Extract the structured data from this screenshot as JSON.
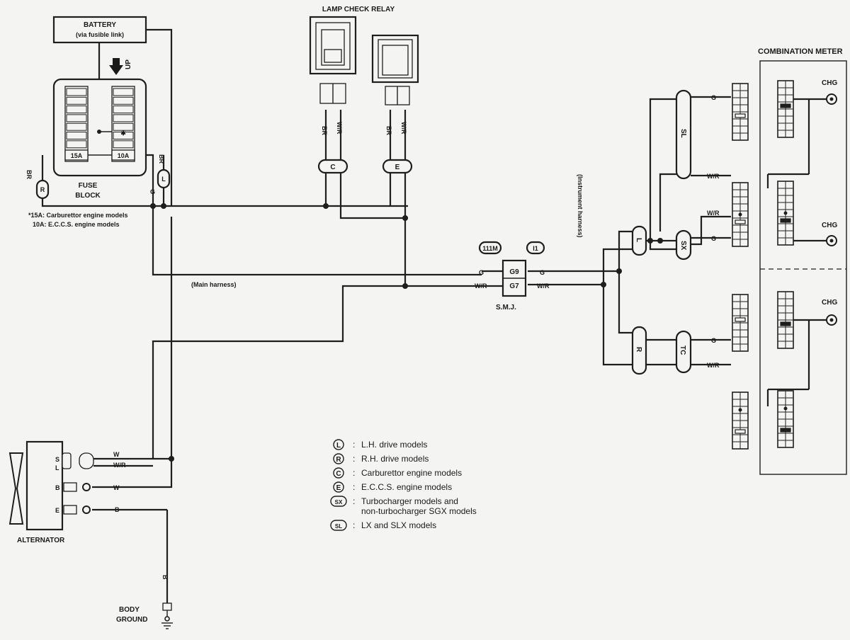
{
  "title_lamp_relay": "LAMP CHECK RELAY",
  "title_meter": "COMBINATION METER",
  "battery": {
    "title": "BATTERY",
    "sub": "(via fusible link)"
  },
  "up_label": "UP",
  "fuse_block": {
    "line1": "FUSE",
    "line2": "BLOCK",
    "fuse_left": "15A",
    "fuse_right": "10A",
    "star": "✱"
  },
  "fuse_notes": [
    "*15A:  Carburettor engine models",
    "10A:  E.C.C.S. engine models"
  ],
  "harness": {
    "main": "(Main harness)",
    "instrument": "(Instrument harness)"
  },
  "smj": {
    "label": "S.M.J.",
    "pin_g": "G9",
    "pin_wr": "G7",
    "conn_left": "111M",
    "conn_right": "I1"
  },
  "alternator": {
    "label": "ALTERNATOR",
    "term_s": "S",
    "term_l": "L",
    "term_b": "B",
    "term_e": "E"
  },
  "body_ground": {
    "line1": "BODY",
    "line2": "GROUND"
  },
  "wire_colors": {
    "br": "BR",
    "wr": "W/R",
    "g": "G",
    "w": "W",
    "b": "B"
  },
  "capsules": {
    "c": "C",
    "e": "E",
    "l": "L",
    "r": "R",
    "sx": "SX",
    "sl": "SL",
    "tc": "TC",
    "circ_r": "R",
    "circ_l": "L"
  },
  "chg": "CHG",
  "legend": [
    {
      "sym": "L",
      "sep": ":",
      "text": "L.H. drive models"
    },
    {
      "sym": "R",
      "sep": ":",
      "text": "R.H. drive models"
    },
    {
      "sym": "C",
      "sep": ":",
      "text": "Carburettor engine models"
    },
    {
      "sym": "E",
      "sep": ":",
      "text": "E.C.C.S. engine models"
    },
    {
      "sym": "SX",
      "sep": ":",
      "text": "Turbocharger models and",
      "text2": "non-turbocharger SGX models"
    },
    {
      "sym": "SL",
      "sep": ":",
      "text": "LX and SLX models"
    }
  ]
}
